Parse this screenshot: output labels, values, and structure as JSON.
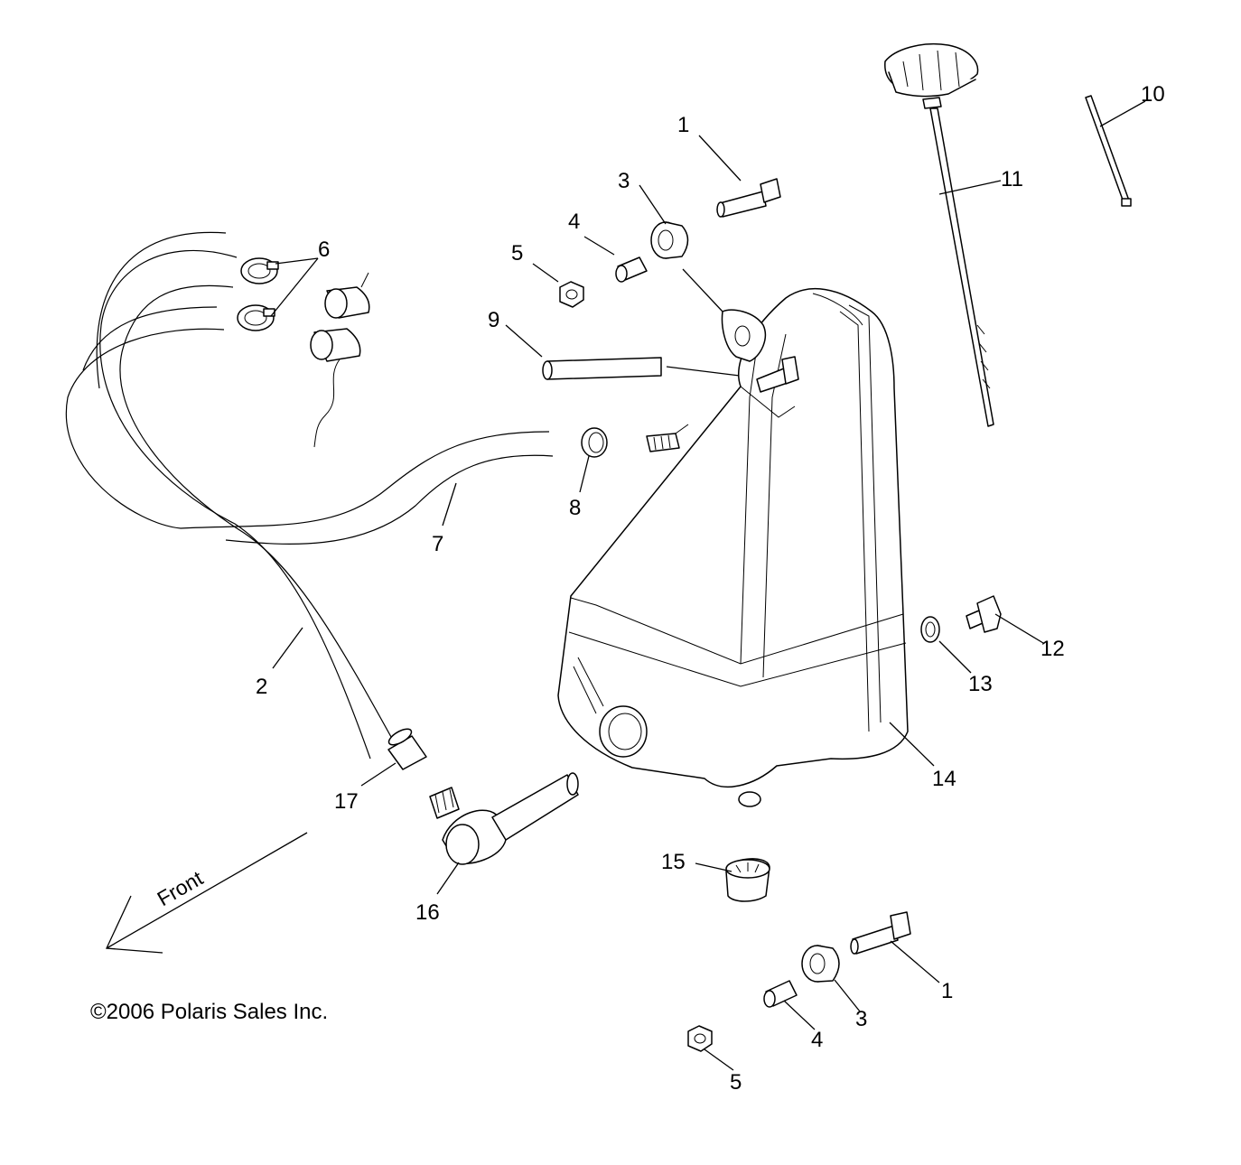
{
  "copyright": "©2006 Polaris Sales Inc.",
  "direction_label": "Front",
  "callouts": [
    {
      "id": "c1-top",
      "text": "1"
    },
    {
      "id": "c3-top",
      "text": "3"
    },
    {
      "id": "c4-top",
      "text": "4"
    },
    {
      "id": "c5-top",
      "text": "5"
    },
    {
      "id": "c6",
      "text": "6"
    },
    {
      "id": "c9",
      "text": "9"
    },
    {
      "id": "c8",
      "text": "8"
    },
    {
      "id": "c7",
      "text": "7"
    },
    {
      "id": "c2",
      "text": "2"
    },
    {
      "id": "c17",
      "text": "17"
    },
    {
      "id": "c16",
      "text": "16"
    },
    {
      "id": "c15",
      "text": "15"
    },
    {
      "id": "c10",
      "text": "10"
    },
    {
      "id": "c11",
      "text": "11"
    },
    {
      "id": "c12",
      "text": "12"
    },
    {
      "id": "c13",
      "text": "13"
    },
    {
      "id": "c14",
      "text": "14"
    },
    {
      "id": "c1-bottom",
      "text": "1"
    },
    {
      "id": "c3-bottom",
      "text": "3"
    },
    {
      "id": "c4-bottom",
      "text": "4"
    },
    {
      "id": "c5-bottom",
      "text": "5"
    }
  ]
}
